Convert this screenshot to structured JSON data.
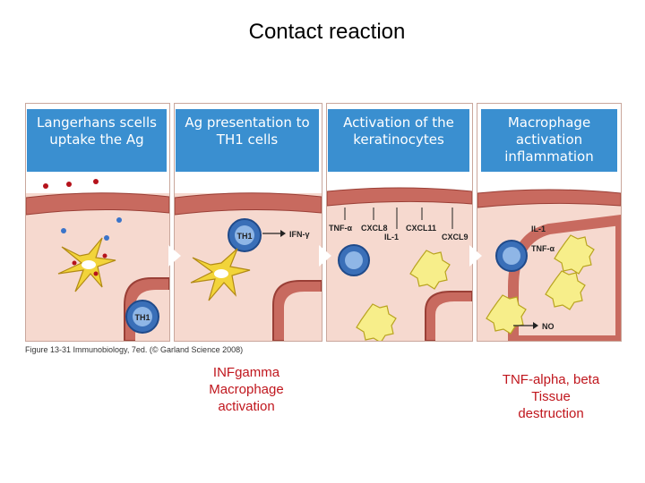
{
  "title": "Contact reaction",
  "panels": [
    {
      "caption": "Langerhans scells uptake the Ag",
      "cell_label": "TH1"
    },
    {
      "caption": "Ag presentation to TH1 cells",
      "cell_label": "TH1",
      "cytokine": "IFN-γ"
    },
    {
      "caption": "Activation of the keratinocytes",
      "cytokines": [
        "TNF-α",
        "CXCL8",
        "IL-1",
        "CXCL11",
        "CXCL9"
      ]
    },
    {
      "caption": "Macrophage activation inflammation",
      "cytokines": [
        "IL-1",
        "TNF-α",
        "NO"
      ]
    }
  ],
  "figure_caption": "Figure 13-31 Immunobiology, 7ed. (© Garland Science 2008)",
  "notes": [
    {
      "lines": [
        "INFgamma",
        "Macrophage",
        "activation"
      ]
    },
    {
      "lines": [
        "TNF-alpha, beta",
        "Tissue",
        "destruction"
      ]
    }
  ]
}
